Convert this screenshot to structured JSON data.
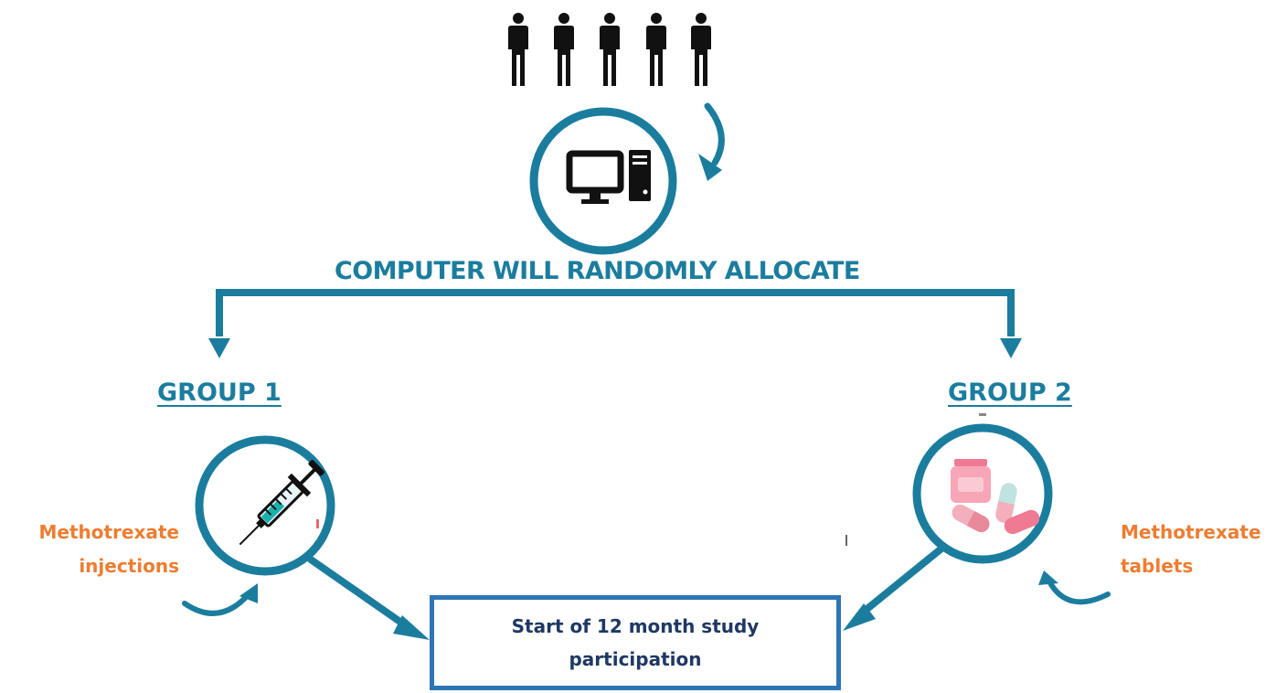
{
  "heading": "COMPUTER WILL RANDOMLY ALLOCATE",
  "groups": [
    {
      "label": "GROUP 1",
      "treatment_line1": "Methotrexate",
      "treatment_line2": "injections"
    },
    {
      "label": "GROUP 2",
      "treatment_line1": "Methotrexate",
      "treatment_line2": "tablets"
    }
  ],
  "outcome_box": "Start of 12 month study participation",
  "colors": {
    "teal": "#1b7d9e",
    "orange": "#ed7d31",
    "box_border": "#2e75b6",
    "box_text": "#1f3864"
  },
  "icons": [
    "person-icon",
    "computer-icon",
    "syringe-icon",
    "pills-icon"
  ]
}
